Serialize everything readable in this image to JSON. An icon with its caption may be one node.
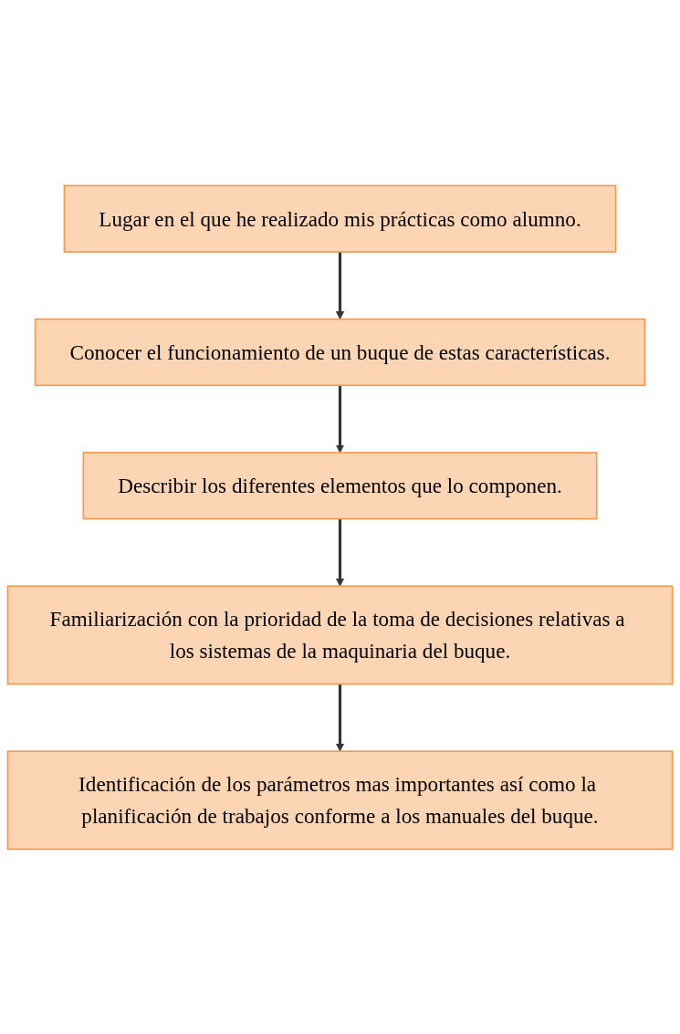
{
  "diagram": {
    "nodes": [
      {
        "text": [
          "Lugar en el que he realizado mis prácticas como alumno."
        ]
      },
      {
        "text": [
          "Conocer el funcionamiento de un buque de estas características."
        ]
      },
      {
        "text": [
          "Describir los diferentes elementos que lo componen."
        ]
      },
      {
        "text": [
          "Familiarización con la prioridad de la toma de decisiones relativas a los sistemas de la maquinaria del buque."
        ]
      },
      {
        "text": [
          "Identificación de los parámetros mas importantes así como la planificación de trabajos conforme a los manuales del buque."
        ]
      }
    ],
    "edges": [
      {
        "from": 0,
        "to": 1,
        "arrow": "to"
      },
      {
        "from": 1,
        "to": 2,
        "arrow": "to"
      },
      {
        "from": 2,
        "to": 3,
        "arrow": "to"
      },
      {
        "from": 3,
        "to": 4,
        "arrow": "to"
      }
    ]
  }
}
